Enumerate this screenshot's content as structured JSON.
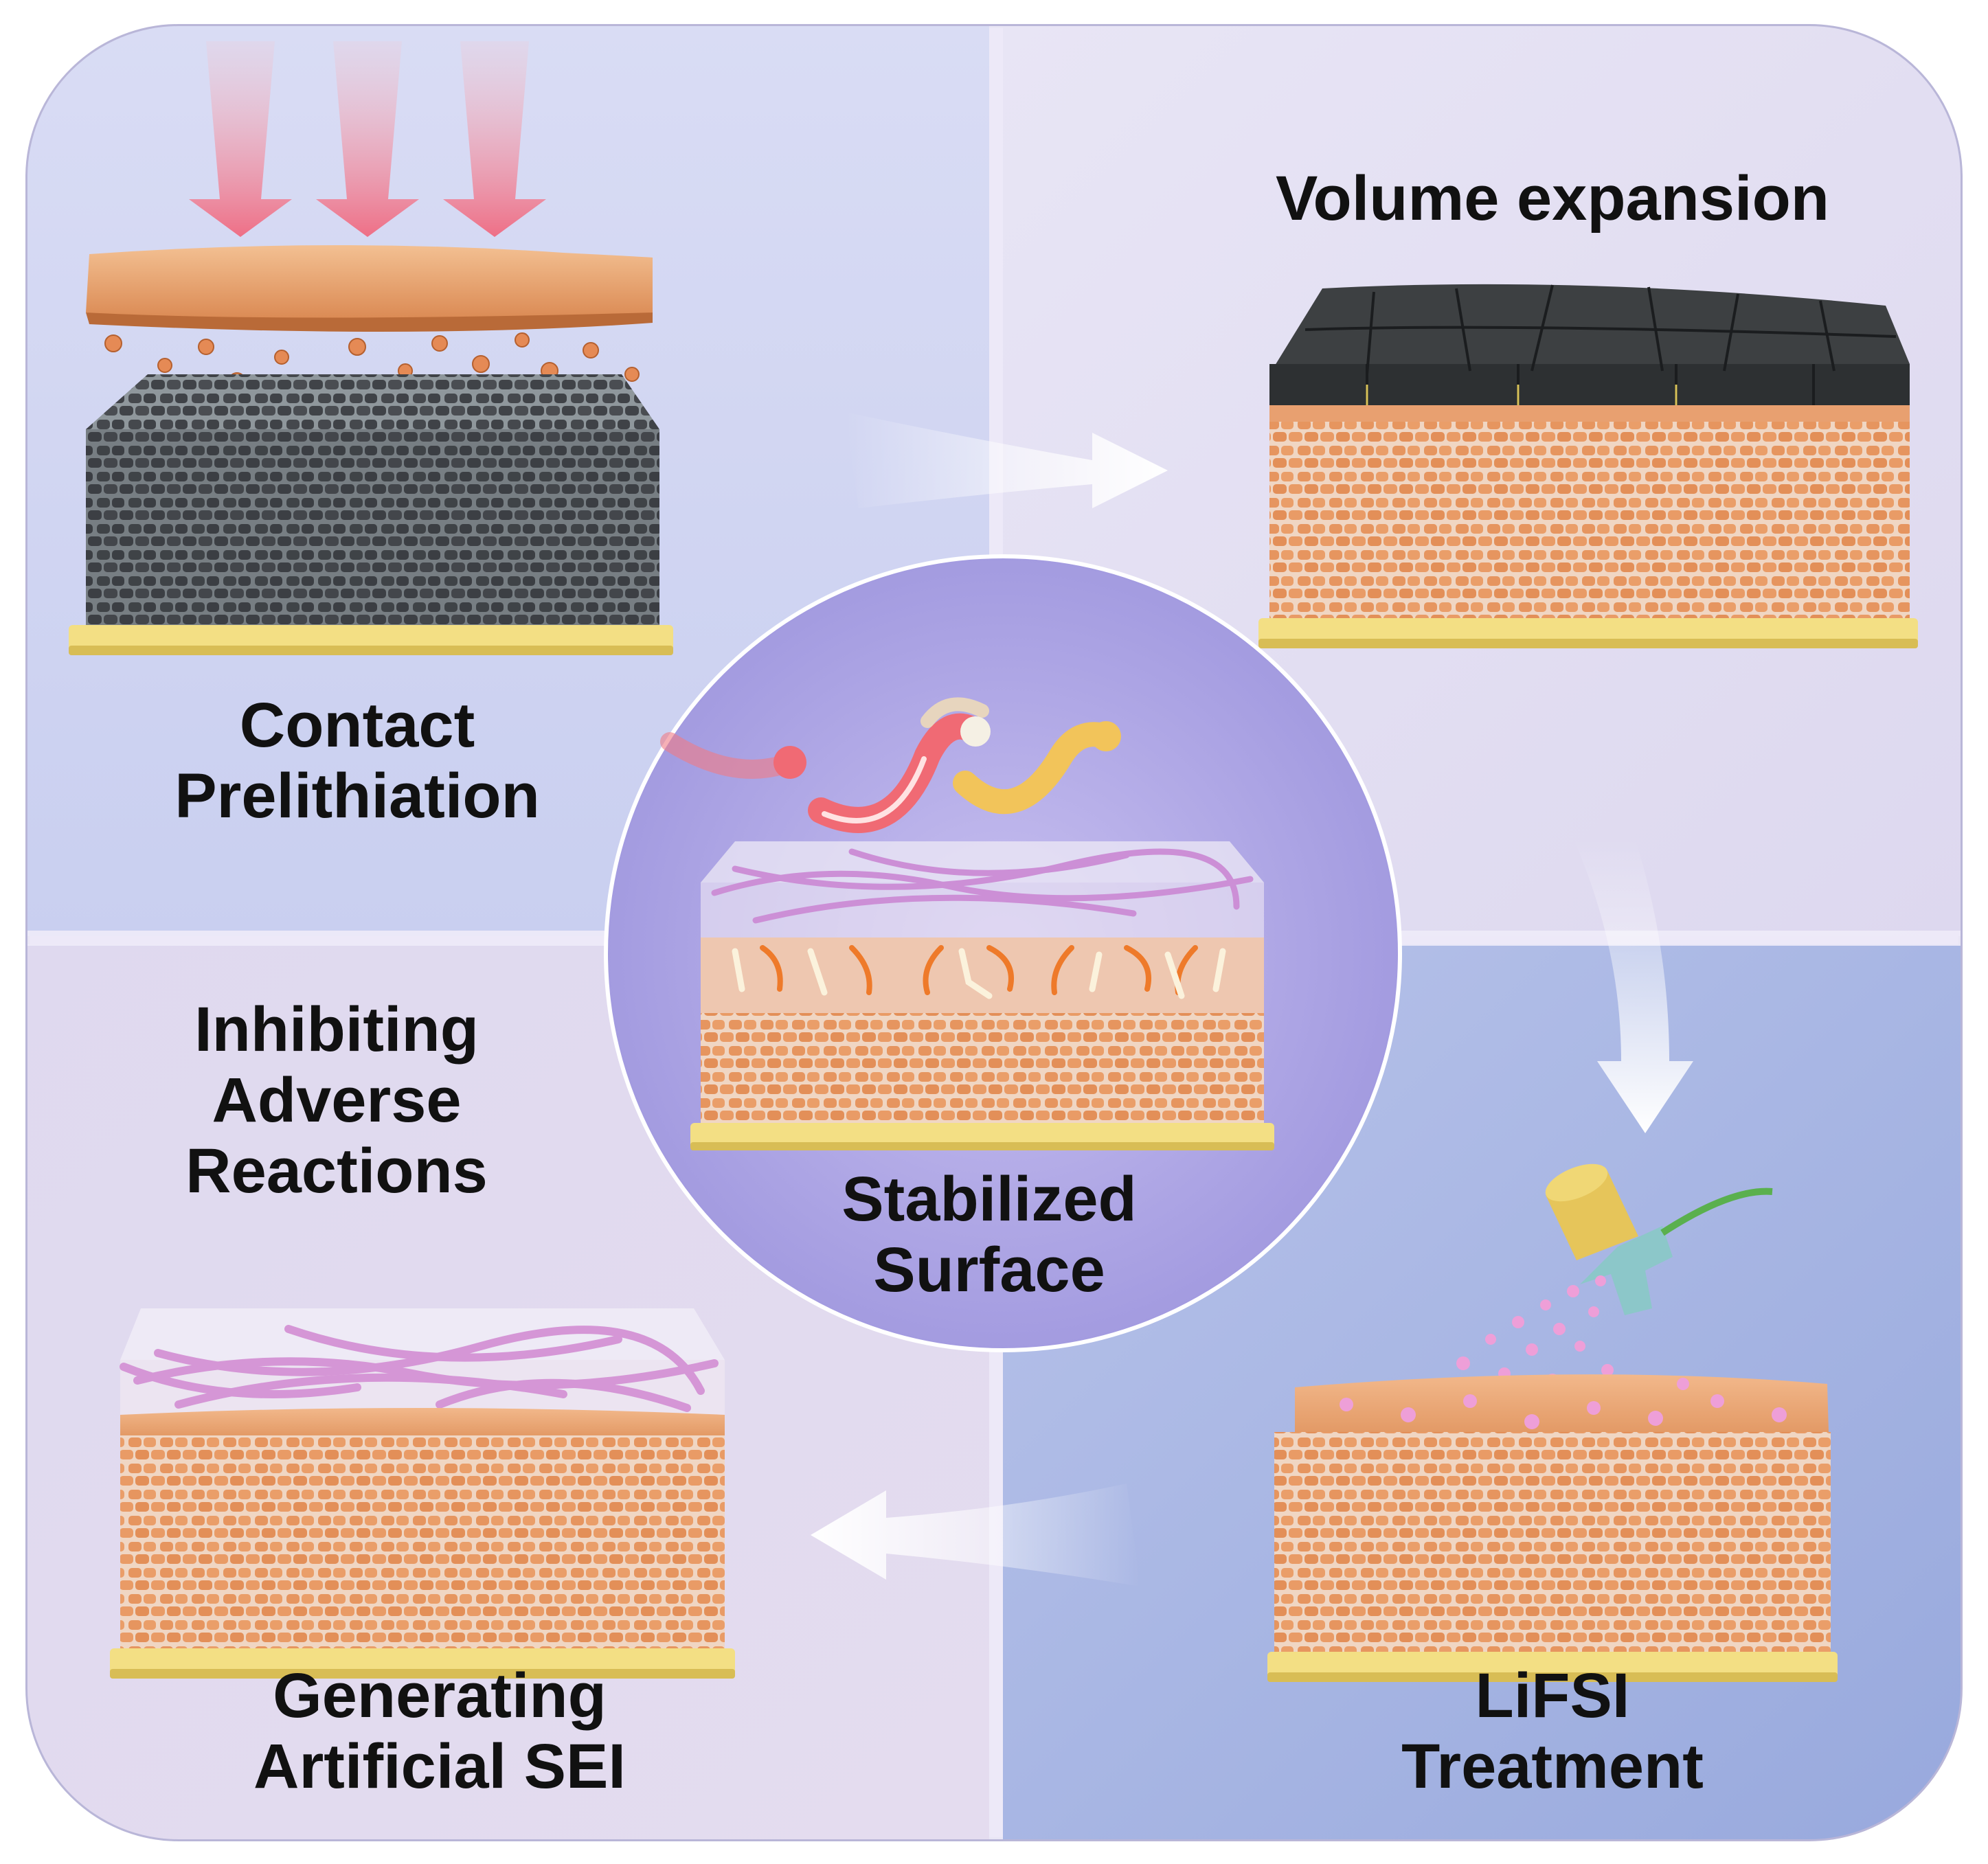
{
  "colors": {
    "panel_top_left": "#d2d6f1",
    "panel_top_right": "#e7e3f3",
    "panel_bottom_left": "#e1dbee",
    "panel_bottom_right": "#a7b6e4",
    "copper": "#e9a06e",
    "copper_dark": "#c56f3d",
    "silicon_dark": "#4a4d52",
    "current_collector": "#f3df84",
    "sei_fiber": "#d99ad8",
    "heat_arrow": "#f07a8e",
    "process_arrow": "#ffffff"
  },
  "labels": {
    "contact_prelithiation": [
      "Contact",
      "Prelithiation"
    ],
    "volume_expansion": [
      "Volume expansion"
    ],
    "inhibiting_adverse_reactions": [
      "Inhibiting",
      "Adverse",
      "Reactions"
    ],
    "stabilized_surface": [
      "Stabilized",
      "Surface"
    ],
    "generating_artificial_sei": [
      "Generating",
      "Artificial SEI"
    ],
    "lifsi_treatment": [
      "LiFSI",
      "Treatment"
    ]
  },
  "icons": {
    "heat_arrows": "downward-pink-arrows-icon",
    "spray_gun": "spray-gun-icon",
    "wire_tubes": "curved-wire-tubes-icon"
  }
}
